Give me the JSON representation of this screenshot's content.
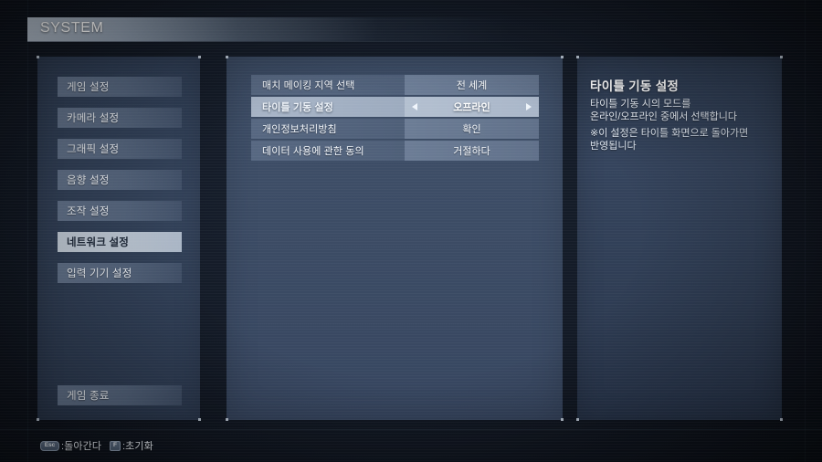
{
  "header": {
    "title": "SYSTEM"
  },
  "sidebar": {
    "items": [
      {
        "label": "게임 설정",
        "selected": false
      },
      {
        "label": "카메라 설정",
        "selected": false
      },
      {
        "label": "그래픽 설정",
        "selected": false
      },
      {
        "label": "음향 설정",
        "selected": false
      },
      {
        "label": "조작 설정",
        "selected": false
      },
      {
        "label": "네트워크 설정",
        "selected": true
      },
      {
        "label": "입력 기기 설정",
        "selected": false
      }
    ],
    "quit_label": "게임 종료"
  },
  "options": {
    "rows": [
      {
        "label": "매치 메이킹 지역 선택",
        "value": "전 세계",
        "active": false
      },
      {
        "label": "타이틀 기동 설정",
        "value": "오프라인",
        "active": true
      },
      {
        "label": "개인정보처리방침",
        "value": "확인",
        "active": false
      },
      {
        "label": "데이터 사용에 관한 동의",
        "value": "거절하다",
        "active": false
      }
    ]
  },
  "info": {
    "title": "타이틀 기동 설정",
    "description": "타이틀 기동 시의 모드를\n온라인/오프라인 중에서 선택합니다",
    "note": "※이 설정은 타이틀 화면으로 돌아가면\n   반영됩니다"
  },
  "footer": {
    "hints": [
      {
        "key": "Esc",
        "label": ":돌아간다",
        "wide": true
      },
      {
        "key": "F",
        "label": ":초기화",
        "wide": false
      }
    ]
  },
  "colors": {
    "accent_selected": "#c8d2dd",
    "panel_center": "#3b4b64",
    "panel_side": "#2f3e56",
    "panel_info": "#2c3a50",
    "background": "#0d121b",
    "text_light": "#f2f6fb"
  }
}
